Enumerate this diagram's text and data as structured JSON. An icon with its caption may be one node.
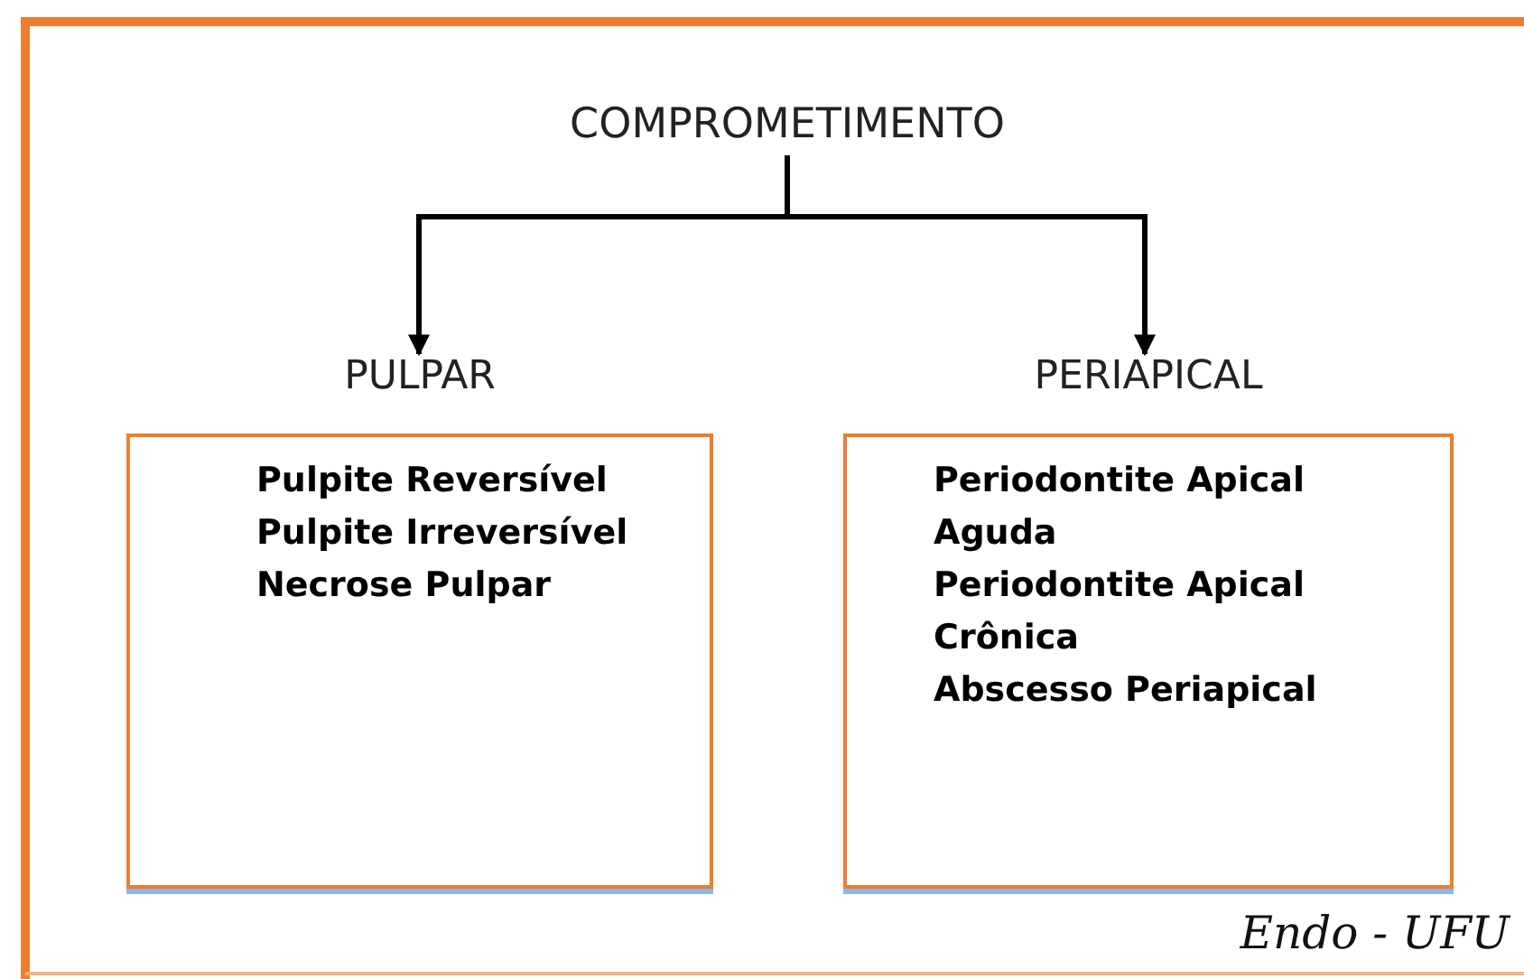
{
  "diagram": {
    "nodes": [
      {
        "text": [
          "COMPROMETIMENTO"
        ]
      },
      {
        "text": [
          "PULPAR",
          "Pulpite Reversível",
          "Pulpite Irreversível",
          "Necrose Pulpar"
        ]
      },
      {
        "text": [
          "PERIAPICAL",
          "Periodontite Apical Aguda",
          "Periodontite Apical Crônica",
          "Abscesso Periapical"
        ]
      }
    ],
    "edges": [
      {
        "from": 0,
        "to": 1,
        "arrow": "to"
      },
      {
        "from": 0,
        "to": 2,
        "arrow": "to"
      }
    ],
    "labels": [
      "Endo - UFU"
    ]
  }
}
